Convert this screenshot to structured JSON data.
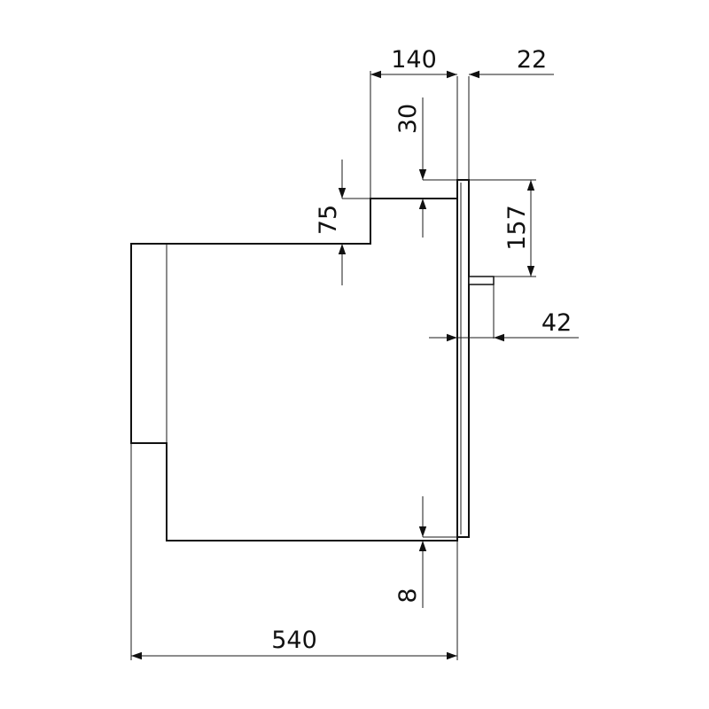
{
  "drawing": {
    "dimensions": {
      "width_top": "140",
      "door_thickness": "22",
      "top_gap": "30",
      "step_height": "75",
      "handle_offset": "157",
      "handle_depth": "42",
      "bottom_gap": "8",
      "total_depth": "540"
    },
    "colors": {
      "line": "#111111",
      "background": "#ffffff"
    }
  }
}
